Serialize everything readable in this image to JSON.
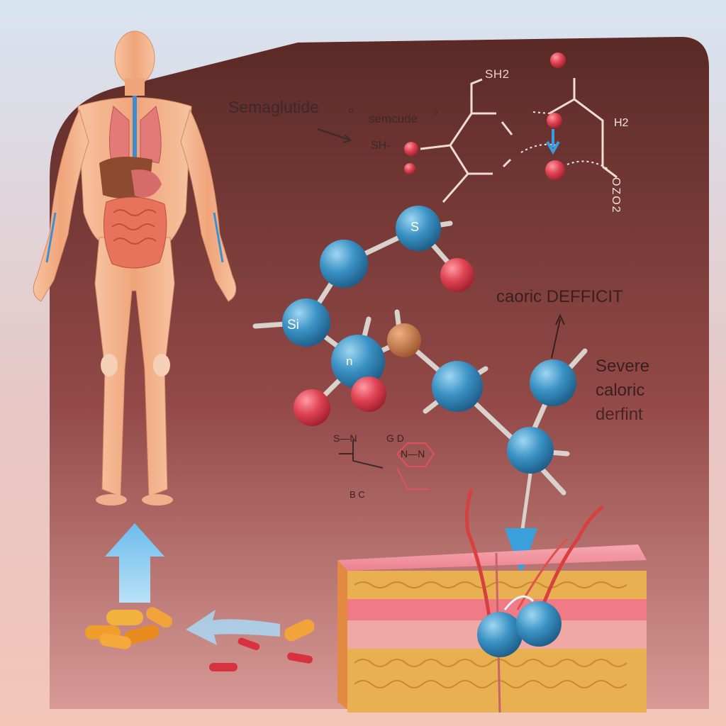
{
  "labels": {
    "semaglutide": "Semaglutide",
    "semaglutide_sup": "o",
    "semcude": "semcude",
    "semcude_sup": "o",
    "sh2_top": "SH2",
    "sh_left": "SH-",
    "h2_right": "H2",
    "ozo_vertical": "OZO2",
    "atom_s": "S",
    "atom_si": "Si",
    "atom_n": "n",
    "caloric_deficit": "caoric DEFFICIT",
    "severe_line1": "Severe",
    "severe_line2": "caloric",
    "severe_line3": "derfint",
    "glyph_1": "S—N",
    "glyph_2": "G  D",
    "glyph_3": "N—N",
    "glyph_4": "B  C"
  },
  "colors": {
    "panel": "#7a3a35",
    "atom_blue": "#2f86b8",
    "atom_red": "#d63a4a",
    "atom_brown": "#b36a3e",
    "skin": "#f2b28f",
    "arrow_blue": "#7fc6ef",
    "pill_orange": "#f0a030",
    "pill_red": "#d8323e",
    "tissue_pink": "#f08a94",
    "fat_yellow": "#e8b050"
  },
  "icons": [
    "human-body-figure",
    "molecule-structure",
    "upward-arrow",
    "left-arrow",
    "pills",
    "fat-tissue-block"
  ]
}
